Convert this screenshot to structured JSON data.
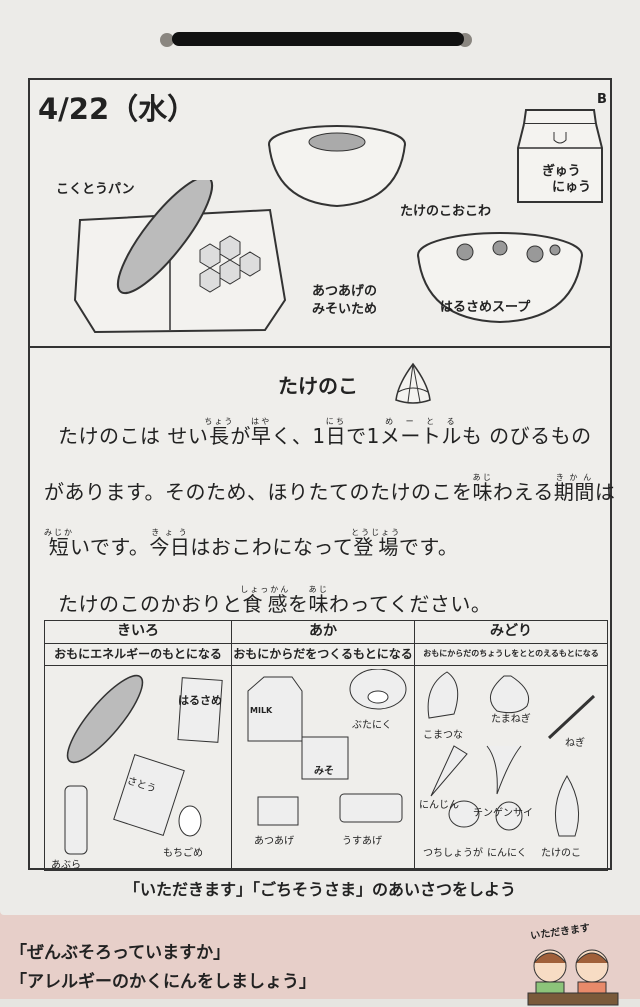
{
  "header": {
    "date": "4/22（水）",
    "version": "B"
  },
  "menu": {
    "bread": "こくとうパン",
    "rice": "たけのこおこわ",
    "side_line1": "あつあげの",
    "side_line2": "みそいため",
    "soup": "はるさめスープ",
    "milk_line1": "ぎゅう",
    "milk_line2": "にゅう"
  },
  "topic": {
    "title": "たけのこ",
    "lines": [
      [
        {
          "t": "たけのこは せい"
        },
        {
          "t": "長",
          "r": "ちょう"
        },
        {
          "t": "が"
        },
        {
          "t": "早",
          "r": "はや"
        },
        {
          "t": "く、1"
        },
        {
          "t": "日",
          "r": "にち"
        },
        {
          "t": "で1"
        },
        {
          "t": "メートル",
          "r": "めーとる"
        },
        {
          "t": "も のびるもの"
        }
      ],
      [
        {
          "t": "があります。そのため、ほりたてのたけのこを"
        },
        {
          "t": "味",
          "r": "あじ"
        },
        {
          "t": "わえる"
        },
        {
          "t": "期間",
          "r": "きかん"
        },
        {
          "t": "は"
        }
      ],
      [
        {
          "t": "短",
          "r": "みじか"
        },
        {
          "t": "いです。"
        },
        {
          "t": "今日",
          "r": "きょう"
        },
        {
          "t": "はおこわになって"
        },
        {
          "t": "登場",
          "r": "とうじょう"
        },
        {
          "t": "です。"
        }
      ],
      [
        {
          "t": "たけのこのかおりと"
        },
        {
          "t": "食感",
          "r": "しょっかん"
        },
        {
          "t": "を"
        },
        {
          "t": "味",
          "r": "あじ"
        },
        {
          "t": "わってください。"
        }
      ]
    ]
  },
  "groups": [
    {
      "name": "きいろ",
      "desc": "おもにエネルギーのもとになる",
      "items": [
        "はるさめ",
        "さとう",
        "あぶら",
        "もちごめ"
      ]
    },
    {
      "name": "あか",
      "desc": "おもにからだをつくるもとになる",
      "items": [
        "MILK",
        "ぶたにく",
        "みそ",
        "あつあげ",
        "うすあげ"
      ]
    },
    {
      "name": "みどり",
      "desc": "おもにからだのちょうしをととのえるもとになる",
      "items": [
        "こまつな",
        "たまねぎ",
        "ねぎ",
        "にんじん",
        "チンゲンサイ",
        "つちしょうが",
        "にんにく",
        "たけのこ"
      ]
    }
  ],
  "footer": {
    "greeting": "「いただきます」「ごちそうさま」のあいさつをしよう",
    "check1": "「ぜんぶそろっていますか」",
    "check2": "「アレルギーのかくにんをしましょう」",
    "illustration_text": "いただきます"
  }
}
